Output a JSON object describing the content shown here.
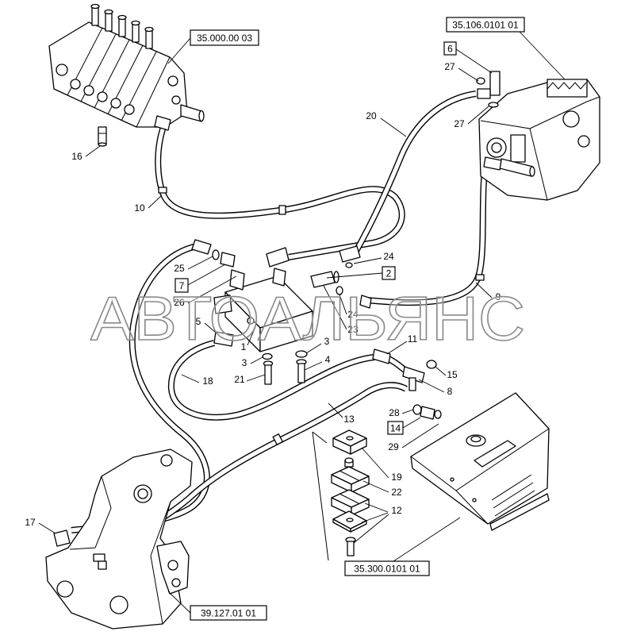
{
  "watermark": "АВТОАЛЬЯНС",
  "reference_boxes": [
    "35.000.00 03",
    "35.106.0101 01",
    "35.300.0101 01",
    "39.127.01 01"
  ],
  "boxed_callouts": [
    "6",
    "7",
    "2",
    "14"
  ],
  "callouts": [
    "16",
    "10",
    "20",
    "27",
    "27",
    "25",
    "26",
    "24",
    "24",
    "23",
    "9",
    "5",
    "1",
    "3",
    "3",
    "21",
    "4",
    "11",
    "15",
    "8",
    "18",
    "13",
    "28",
    "29",
    "19",
    "22",
    "12",
    "17"
  ]
}
